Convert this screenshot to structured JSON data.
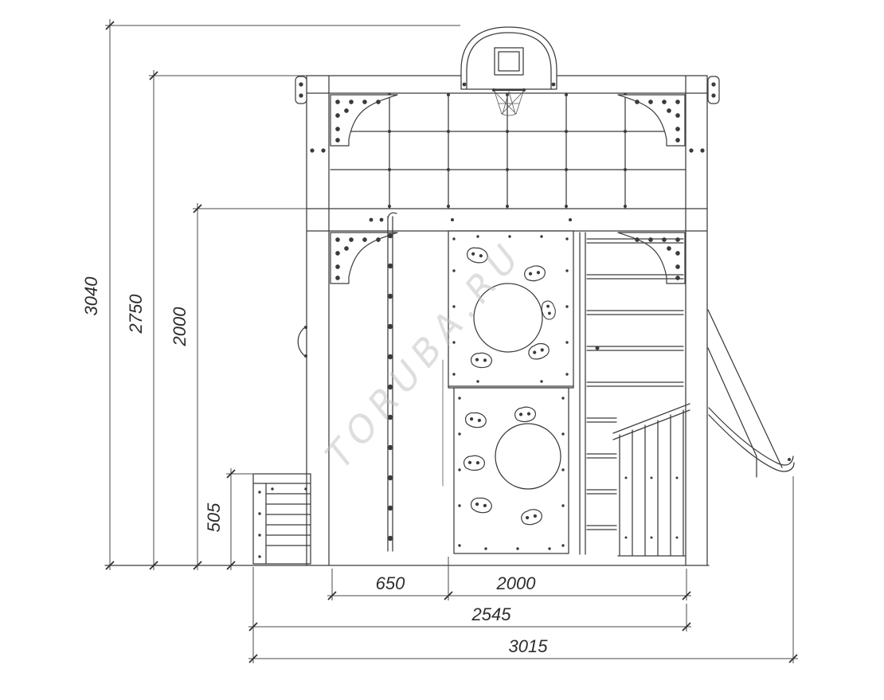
{
  "watermark": "TORUBA.RU",
  "dimensions": {
    "vertical": [
      {
        "name": "overall-height",
        "label": "3040"
      },
      {
        "name": "frame-height",
        "label": "2750"
      },
      {
        "name": "middle-beam-height",
        "label": "2000"
      },
      {
        "name": "sandbox-height",
        "label": "505"
      }
    ],
    "horizontal": [
      {
        "name": "ladder-bay-width",
        "label": "650"
      },
      {
        "name": "climb-bay-width",
        "label": "2000"
      },
      {
        "name": "frame-width",
        "label": "2545"
      },
      {
        "name": "overall-width",
        "label": "3015"
      }
    ]
  }
}
